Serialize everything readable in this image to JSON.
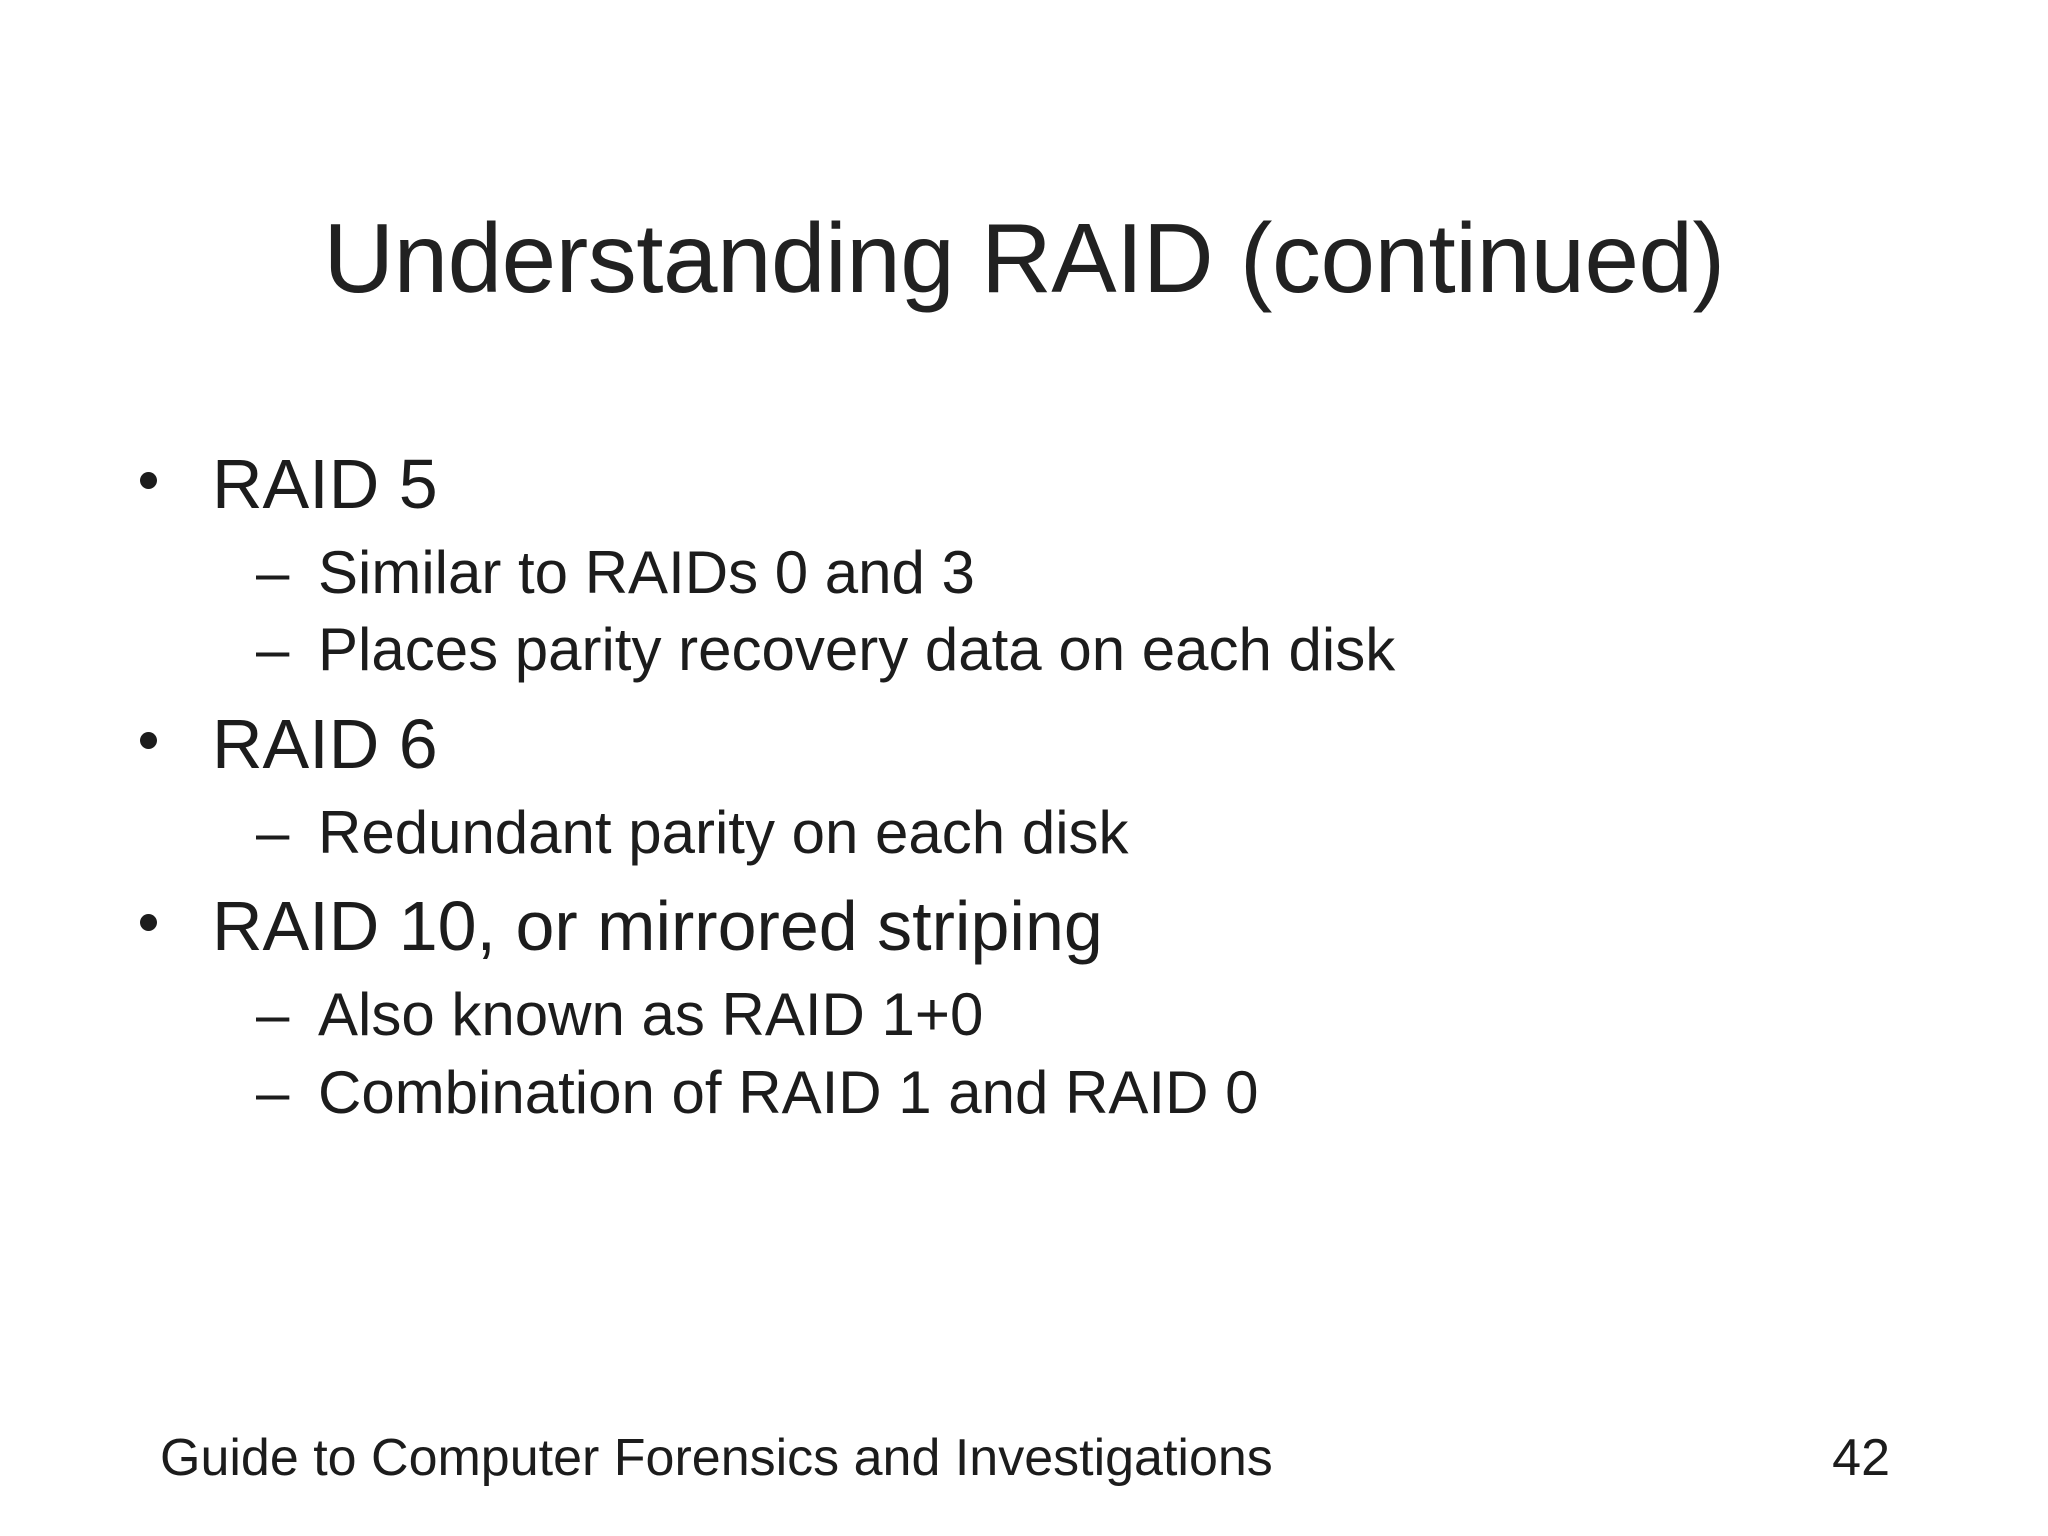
{
  "slide": {
    "title": "Understanding RAID (continued)",
    "background_color": "#ffffff",
    "text_color": "#1c1c1c"
  },
  "content": {
    "bullets": [
      {
        "marker": "•",
        "text": "RAID 5",
        "sub": [
          {
            "marker": "–",
            "text": "Similar to RAIDs 0 and 3"
          },
          {
            "marker": "–",
            "text": "Places parity recovery data on each disk"
          }
        ]
      },
      {
        "marker": "•",
        "text": "RAID 6",
        "sub": [
          {
            "marker": "–",
            "text": "Redundant parity on each disk"
          }
        ]
      },
      {
        "marker": "•",
        "text": "RAID 10, or mirrored striping",
        "sub": [
          {
            "marker": "–",
            "text": "Also known as RAID 1+0"
          },
          {
            "marker": "–",
            "text": "Combination of RAID 1 and RAID 0"
          }
        ]
      }
    ]
  },
  "footer": {
    "text": "Guide to Computer Forensics and Investigations",
    "page_number": "42"
  }
}
